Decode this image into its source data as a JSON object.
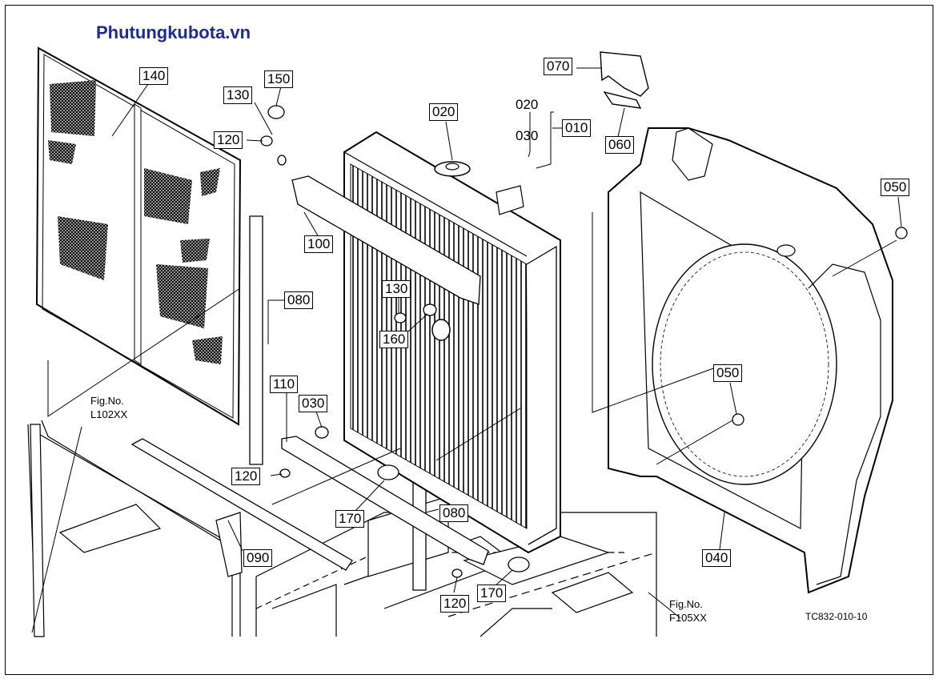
{
  "watermark": "Phutungkubota.vn",
  "drawing_code": "TC832-010-10",
  "figure_refs": [
    {
      "title": "Fig.No.",
      "code": "L102XX"
    },
    {
      "title": "Fig.No.",
      "code": "F105XX"
    }
  ],
  "callouts": {
    "c140": "140",
    "c150": "150",
    "c130a": "130",
    "c120a": "120",
    "c100": "100",
    "c080a": "080",
    "c130b": "130",
    "c160": "160",
    "c110": "110",
    "c030a": "030",
    "c120b": "120",
    "c170a": "170",
    "c090": "090",
    "c080b": "080",
    "c120c": "120",
    "c170b": "170",
    "c020a": "020",
    "c020b": "020",
    "c030b": "030",
    "c010": "010",
    "c070": "070",
    "c060": "060",
    "c050a": "050",
    "c050b": "050",
    "c040": "040"
  }
}
